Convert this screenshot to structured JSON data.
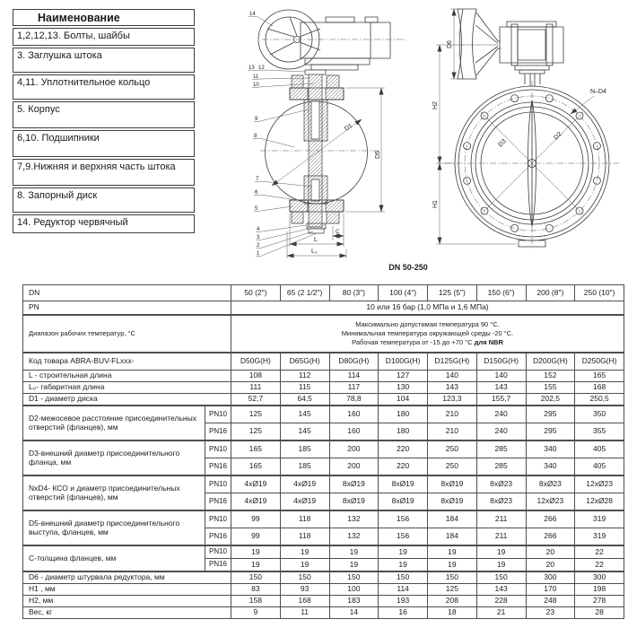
{
  "parts_table": {
    "header": "Наименование",
    "rows": [
      "1,2,12,13. Болты, шайбы",
      "3. Заглушка штока",
      "4,11. Уплотнительное кольцо",
      "5. Корпус",
      "6,10. Подшипники",
      "7,9.Нижняя и верхняя часть штока",
      "8. Запорный диск",
      "14. Редуктор червячный"
    ]
  },
  "drawings": {
    "caption": "DN 50-250",
    "section": {
      "parts": [
        "14",
        "13",
        "12",
        "11",
        "10",
        "9",
        "8",
        "7",
        "6",
        "5",
        "4",
        "3",
        "2",
        "1"
      ],
      "dims": {
        "d1": "D1",
        "d5": "D5",
        "l": "L",
        "l0": "L₀",
        "c": "C"
      }
    },
    "front": {
      "dims": {
        "d6": "D6",
        "h2": "H2",
        "h1": "H1",
        "nd4": "N–D4",
        "d3": "D3",
        "d2": "D2"
      }
    }
  },
  "spec": {
    "dn": {
      "label": "DN",
      "values": [
        "50 (2\")",
        "65 (2 1/2\")",
        "80 (3\")",
        "100 (4\")",
        "125 (5\")",
        "150 (6\")",
        "200 (8\")",
        "250 (10\")"
      ]
    },
    "pn": {
      "label": "PN",
      "value": "10 или 16 бар (1,0 МПа и 1,6 МПа)"
    },
    "temp": {
      "label": "Диапазон рабочих температур, °С",
      "line1": "Максимально допустимая температура 90 °С.",
      "line2": "Минимальная температура окружающей среды -20 °С.",
      "line3a": "Рабочая температура от -15 до +70 °С ",
      "line3b": "для NBR"
    },
    "code": {
      "label": "Код товара ABRA-BUV-FLxxx-",
      "values": [
        "D50G(H)",
        "D65G(H)",
        "D80G(H)",
        "D100G(H)",
        "D125G(H)",
        "D150G(H)",
        "D200G(H)",
        "D250G(H)"
      ]
    },
    "pn10_label": "PN10",
    "pn16_label": "PN16",
    "simple_rows": [
      {
        "label": "L - строительная длина",
        "values": [
          "108",
          "112",
          "114",
          "127",
          "140",
          "140",
          "152",
          "165"
        ]
      },
      {
        "label": "L₀- габаритная длина",
        "values": [
          "111",
          "115",
          "117",
          "130",
          "143",
          "143",
          "155",
          "168"
        ]
      },
      {
        "label": "D1 - диаметр диска",
        "values": [
          "52,7",
          "64,5",
          "78,8",
          "104",
          "123,3",
          "155,7",
          "202,5",
          "250,5"
        ]
      }
    ],
    "group_rows": [
      {
        "label": "D2-межосевое расстояние присоединительных отверстий (фланцев), мм",
        "pn10": [
          "125",
          "145",
          "160",
          "180",
          "210",
          "240",
          "295",
          "350"
        ],
        "pn16": [
          "125",
          "145",
          "160",
          "180",
          "210",
          "240",
          "295",
          "355"
        ]
      },
      {
        "label": "D3-внешний диаметр присоединительного фланца, мм",
        "pn10": [
          "165",
          "185",
          "200",
          "220",
          "250",
          "285",
          "340",
          "405"
        ],
        "pn16": [
          "165",
          "185",
          "200",
          "220",
          "250",
          "285",
          "340",
          "405"
        ]
      },
      {
        "label": "NxD4- КСО и диаметр присоединительных отверстий (фланцев), мм",
        "pn10": [
          "4xØ19",
          "4xØ19",
          "8xØ19",
          "8xØ19",
          "8xØ19",
          "8xØ23",
          "8xØ23",
          "12xØ23"
        ],
        "pn16": [
          "4xØ19",
          "4xØ19",
          "8xØ19",
          "8xØ19",
          "8xØ19",
          "8xØ23",
          "12xØ23",
          "12xØ28"
        ]
      },
      {
        "label": "D5-внешний диаметр присоединительного выступа, фланцев, мм",
        "pn10": [
          "99",
          "118",
          "132",
          "156",
          "184",
          "211",
          "266",
          "319"
        ],
        "pn16": [
          "99",
          "118",
          "132",
          "156",
          "184",
          "211",
          "266",
          "319"
        ]
      },
      {
        "label": "C-толщина фланцев, мм",
        "pn10": [
          "19",
          "19",
          "19",
          "19",
          "19",
          "19",
          "20",
          "22"
        ],
        "pn16": [
          "19",
          "19",
          "19",
          "19",
          "19",
          "19",
          "20",
          "22"
        ]
      }
    ],
    "bottom_rows": [
      {
        "label": "D6 - диаметр штурвала редуктора, мм",
        "values": [
          "150",
          "150",
          "150",
          "150",
          "150",
          "150",
          "300",
          "300"
        ]
      },
      {
        "label": "H1 , мм",
        "values": [
          "83",
          "93",
          "100",
          "114",
          "125",
          "143",
          "170",
          "198"
        ]
      },
      {
        "label": "H2, мм",
        "values": [
          "158",
          "168",
          "183",
          "193",
          "208",
          "228",
          "248",
          "278"
        ]
      },
      {
        "label": "Вес, кг",
        "values": [
          "9",
          "11",
          "14",
          "16",
          "18",
          "21",
          "23",
          "28"
        ]
      }
    ]
  }
}
